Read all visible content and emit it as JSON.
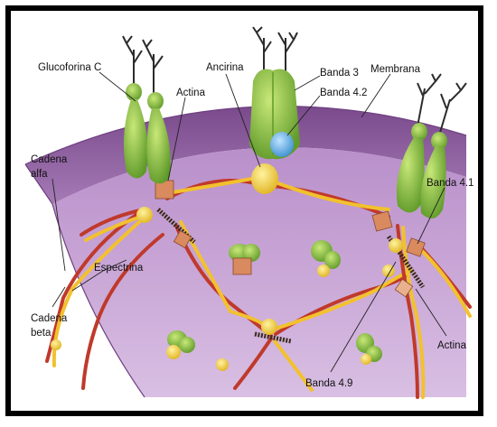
{
  "labels": {
    "glucoforina_c": "Glucoforina C",
    "actina_top": "Actina",
    "ancirina": "Ancirina",
    "banda3": "Banda 3",
    "banda42": "Banda 4.2",
    "membrana": "Membrana",
    "cadena_alfa_1": "Cadena",
    "cadena_alfa_2": "alfa",
    "espectrina": "Espectrina",
    "banda41": "Banda 4.1",
    "cadena_beta_1": "Cadena",
    "cadena_beta_2": "beta",
    "actina_bottom": "Actina",
    "banda49": "Banda 4.9"
  },
  "colors": {
    "membrane_top": "#c9a3d6",
    "membrane_side": "#8f5f9f",
    "protein_green": "#8dc63f",
    "strand_red": "#c0392b",
    "strand_yellow": "#f2c12e",
    "band3_blue": "#5aa9e6",
    "actin_orange": "#d98a5f"
  }
}
